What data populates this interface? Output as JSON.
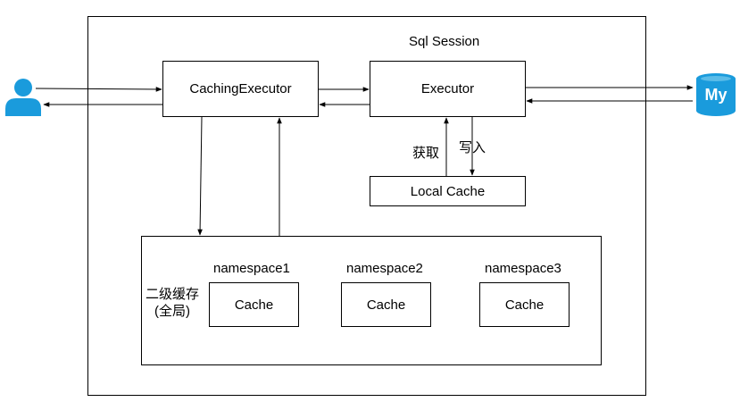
{
  "session": {
    "title": "Sql Session"
  },
  "nodes": {
    "caching_executor": "CachingExecutor",
    "executor": "Executor",
    "local_cache": "Local Cache",
    "second_level_label_line1": "二级缓存",
    "second_level_label_line2": "(全局)",
    "namespaces": [
      {
        "name": "namespace1",
        "cache": "Cache"
      },
      {
        "name": "namespace2",
        "cache": "Cache"
      },
      {
        "name": "namespace3",
        "cache": "Cache"
      }
    ]
  },
  "edges": {
    "fetch_label": "获取",
    "write_label": "写入"
  },
  "icons": {
    "user": "user-icon",
    "database": "mysql-database-icon",
    "database_text": "My"
  },
  "colors": {
    "icon_blue": "#1a9bdc",
    "line": "#000000"
  }
}
